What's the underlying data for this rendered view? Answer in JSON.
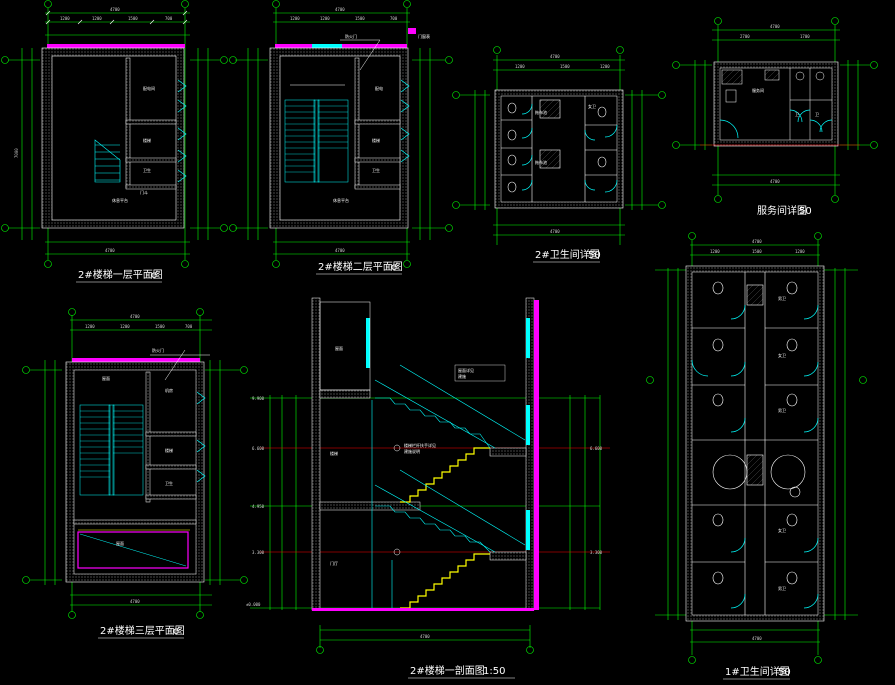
{
  "drawing_titles": {
    "stair_floor1": "2#楼梯一层平面图",
    "stair_floor2": "2#楼梯二层平面图",
    "toilet2": "2#卫生间详图",
    "service_room": "服务间详图",
    "stair_floor3": "2#楼梯三层平面图",
    "stair_section": "2#楼梯一剖面图",
    "toilet1": "1#卫生间详图"
  },
  "scale_suffixes": {
    "plan": "o",
    "detail": "50",
    "section": "1:50"
  },
  "colors": {
    "background": "#000000",
    "grid_line": "#00ff00",
    "wall": "#ffffff",
    "door": "#00ffff",
    "stair": "#00ffff",
    "red_axis": "#ff0000",
    "magenta": "#ff00ff",
    "yellow": "#ffff00"
  }
}
